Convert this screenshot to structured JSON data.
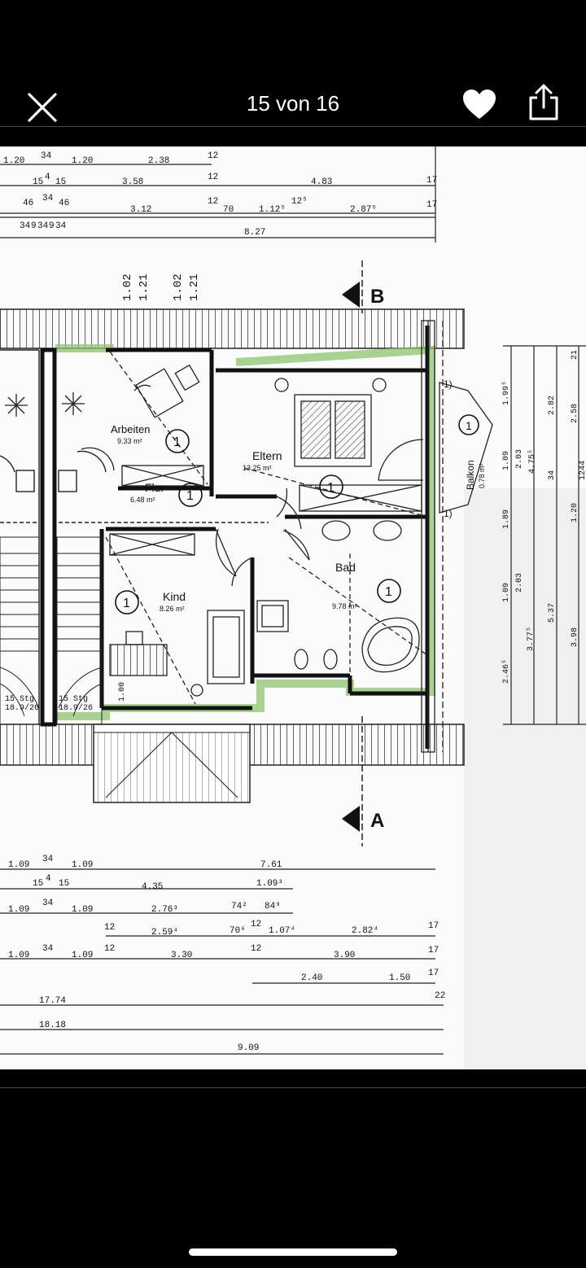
{
  "viewer": {
    "counter": "15 von 16",
    "icons": {
      "close": "close-icon",
      "like": "heart-icon",
      "share": "share-icon"
    }
  },
  "plan": {
    "section_markers": {
      "top": "B",
      "bottom": "A"
    },
    "rooms": {
      "arbeiten": {
        "name": "Arbeiten",
        "area": "9.33 m²"
      },
      "eltern": {
        "name": "Eltern",
        "area": "13.25 m²"
      },
      "flur": {
        "name": "Flur",
        "area": "6.48 m²"
      },
      "kind": {
        "name": "Kind",
        "area": "8.26 m²"
      },
      "bad": {
        "name": "Bad",
        "area": "9.78 m²"
      },
      "balkon": {
        "name": "Balkon",
        "area": "0.78 m²"
      }
    },
    "room_marker": "1",
    "stairs": {
      "left": "15 Stg\n18.9/26",
      "right": "15 Stg\n18.9/26"
    },
    "ones": [
      "1)",
      "1)"
    ],
    "kind_window": "1.00",
    "top_dims": {
      "r1": [
        "1.20",
        "34",
        "1.20",
        "2.38",
        "12"
      ],
      "r2": [
        "15",
        "4",
        "15",
        "3.58",
        "12",
        "4.83",
        "17"
      ],
      "r3": [
        "46",
        "34",
        "46",
        "3.12",
        "12",
        "70",
        "1.12⁵",
        "12⁵",
        "2.87⁵",
        "17"
      ],
      "r4": [
        "34",
        "9",
        "34",
        "9",
        "34"
      ],
      "r5": [
        "8.27"
      ]
    },
    "vertical_dims": [
      "1.02",
      "1.21",
      "1.02",
      "1.21"
    ],
    "right_dims": {
      "c1": [
        "1.99⁵",
        "1.09",
        "1.89",
        "1.09",
        "2.46⁵"
      ],
      "c2": [
        "2.03",
        "2.03",
        "3.77⁵"
      ],
      "c3": [
        "4.75⁵",
        "5.37"
      ],
      "c4": [
        "2.82",
        "34",
        "1.20",
        "3.98"
      ],
      "c5": [
        "21",
        "2.58",
        "12",
        "44"
      ]
    },
    "bottom_dims": {
      "r1": [
        "1.09",
        "34",
        "1.09",
        "7.61"
      ],
      "r2": [
        "15",
        "4",
        "15",
        "4.35",
        "1.09³"
      ],
      "r3": [
        "1.09",
        "34",
        "1.09",
        "2.76³",
        "74²",
        "84⁹"
      ],
      "r4": [
        "12",
        "2.59⁴",
        "70⁶",
        "12",
        "1.07⁴",
        "2.82⁴",
        "17"
      ],
      "r5": [
        "1.09",
        "34",
        "1.09",
        "12",
        "3.30",
        "12",
        "3.90",
        "17"
      ],
      "r6": [
        "2.40",
        "1.50",
        "17"
      ],
      "r7": [
        "17.74",
        "22"
      ],
      "r8": [
        "18.18"
      ],
      "r9": [
        "9.09"
      ]
    }
  }
}
